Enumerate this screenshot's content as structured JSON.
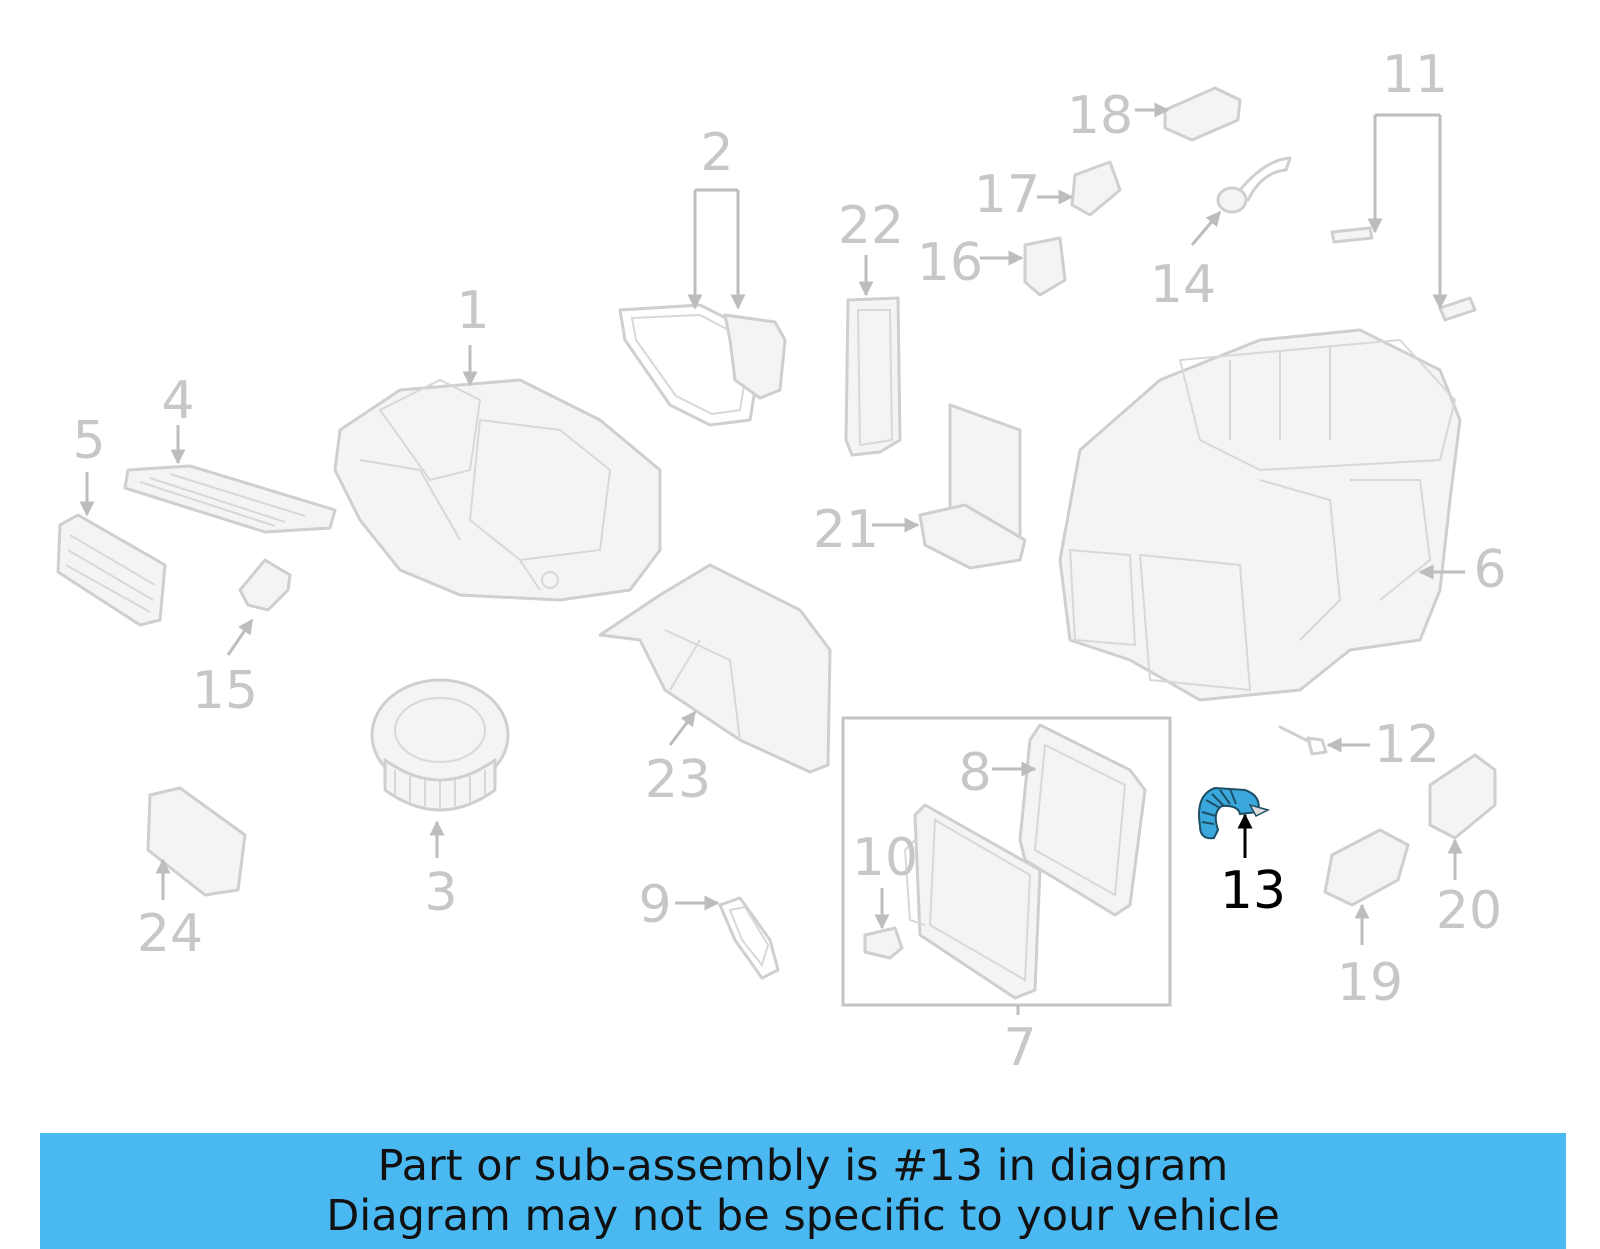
{
  "diagram": {
    "callouts": {
      "c1": "1",
      "c2": "2",
      "c3": "3",
      "c4": "4",
      "c5": "5",
      "c6": "6",
      "c7": "7",
      "c8": "8",
      "c9": "9",
      "c10": "10",
      "c11": "11",
      "c12": "12",
      "c13": "13",
      "c14": "14",
      "c15": "15",
      "c16": "16",
      "c17": "17",
      "c18": "18",
      "c19": "19",
      "c20": "20",
      "c21": "21",
      "c22": "22",
      "c23": "23",
      "c24": "24"
    },
    "highlighted_part": "13",
    "colors": {
      "faded_parts": "#cfcfcf",
      "highlight_part": "#3aa8dc",
      "highlight_label": "#000000",
      "banner_background": "#4ab9f2"
    }
  },
  "banner": {
    "line1": "Part or sub-assembly is #13 in diagram",
    "line2": "Diagram may not be specific to your vehicle"
  }
}
